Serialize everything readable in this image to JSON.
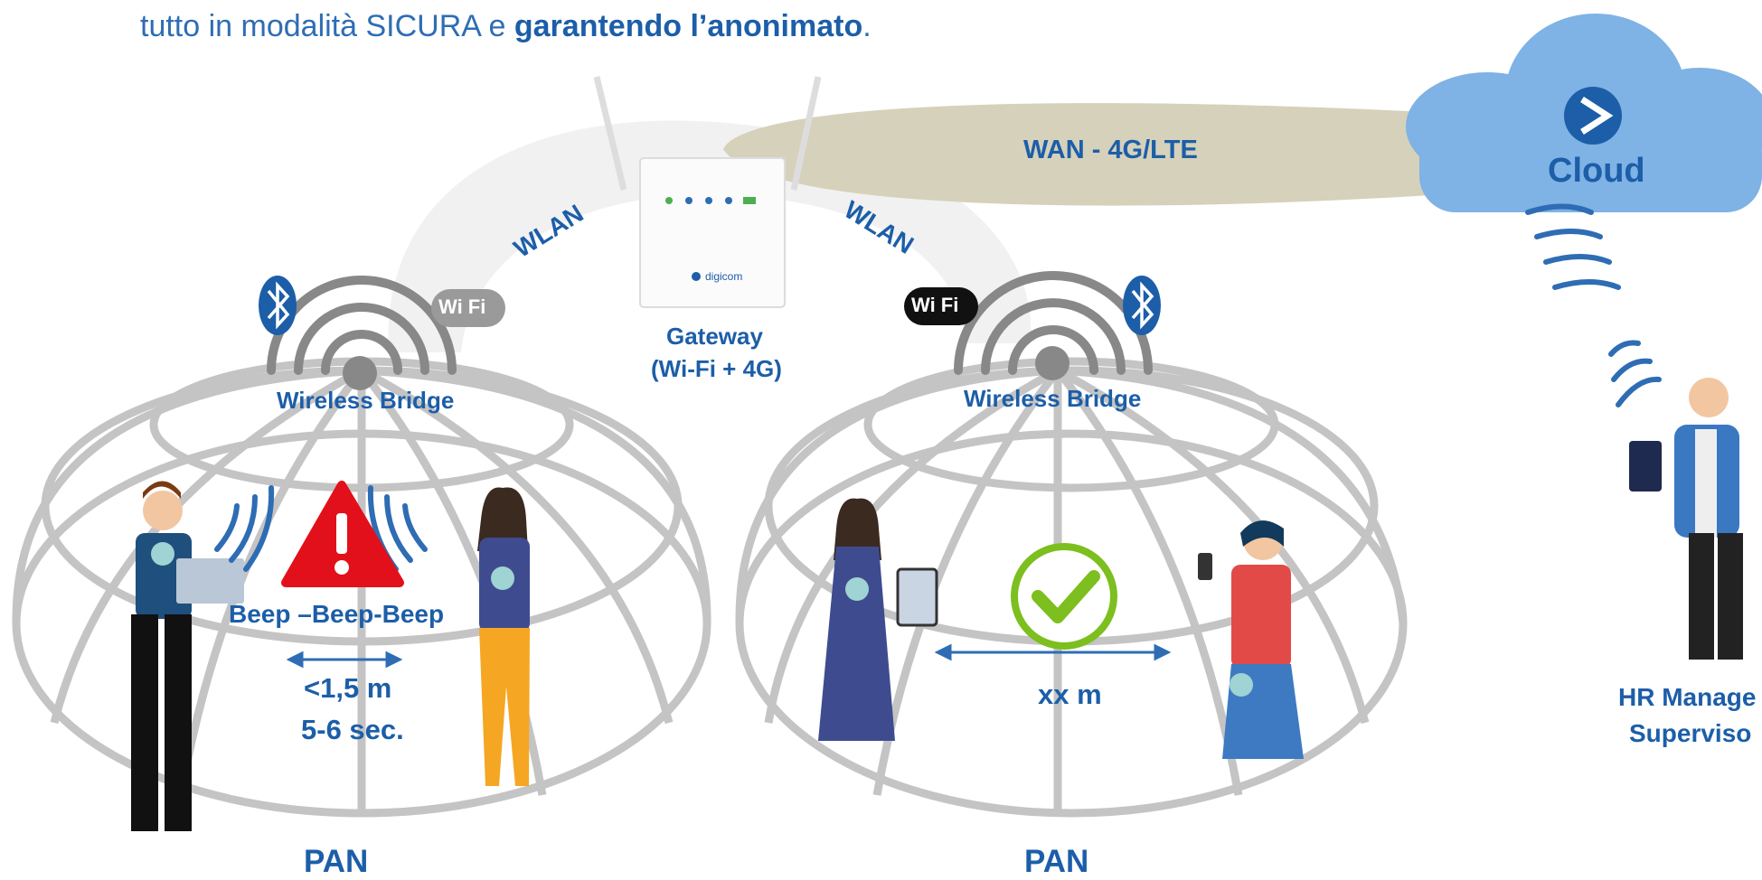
{
  "intro": {
    "text_plain": "tutto in modalità SICURA e ",
    "text_bold": "garantendo l’anonimato",
    "text_end": "."
  },
  "network": {
    "wan_label": "WAN - 4G/LTE",
    "cloud_label": "Cloud",
    "wlan_left": "WLAN",
    "wlan_right": "WLAN",
    "gateway_line1": "Gateway",
    "gateway_line2": "(Wi-Fi + 4G)",
    "gateway_brand": "digicom",
    "bridge_left": "Wireless Bridge",
    "bridge_right": "Wireless Bridge",
    "wifi_badge": "Wi Fi"
  },
  "pan_left": {
    "alert_text": "Beep –Beep-Beep",
    "distance": "<1,5 m",
    "duration": "5-6 sec.",
    "pan_label": "PAN"
  },
  "pan_right": {
    "distance": "xx m",
    "pan_label": "PAN"
  },
  "supervisor": {
    "line1": "HR Manage",
    "line2": "Superviso"
  },
  "colors": {
    "brand_blue": "#1c5ea8",
    "alert_red": "#e2101a",
    "check_green": "#7cbf1e",
    "cloud_blue": "#7fb2e5",
    "wan_band": "#d6d1bb",
    "dome_line": "#bdbdbd"
  }
}
